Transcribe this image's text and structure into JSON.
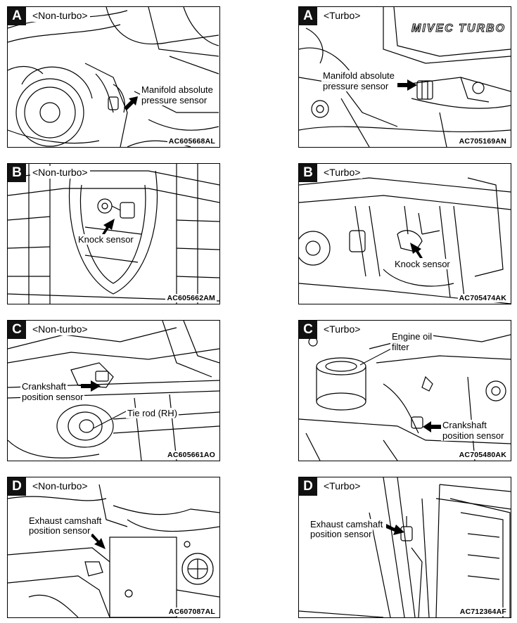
{
  "panels": [
    {
      "id": "p0",
      "letter": "A",
      "variant": "<Non-turbo>",
      "labels": [
        "Manifold absolute",
        "pressure sensor"
      ],
      "code": "AC605668AL"
    },
    {
      "id": "p1",
      "letter": "A",
      "variant": "<Turbo>",
      "labels": [
        "Manifold absolute",
        "pressure sensor"
      ],
      "code": "AC705169AN",
      "logo": "MIVEC TURBO"
    },
    {
      "id": "p2",
      "letter": "B",
      "variant": "<Non-turbo>",
      "labels": [
        "Knock sensor"
      ],
      "code": "AC605662AM"
    },
    {
      "id": "p3",
      "letter": "B",
      "variant": "<Turbo>",
      "labels": [
        "Knock sensor"
      ],
      "code": "AC705474AK"
    },
    {
      "id": "p4",
      "letter": "C",
      "variant": "<Non-turbo>",
      "labels": [
        "Crankshaft",
        "position sensor",
        "Tie rod (RH)"
      ],
      "code": "AC605661AO"
    },
    {
      "id": "p5",
      "letter": "C",
      "variant": "<Turbo>",
      "labels": [
        "Engine oil",
        "filter",
        "Crankshaft",
        "position sensor"
      ],
      "code": "AC705480AK"
    },
    {
      "id": "p6",
      "letter": "D",
      "variant": "<Non-turbo>",
      "labels": [
        "Exhaust camshaft",
        "position sensor"
      ],
      "code": "AC607087AL"
    },
    {
      "id": "p7",
      "letter": "D",
      "variant": "<Turbo>",
      "labels": [
        "Exhaust camshaft",
        "position sensor"
      ],
      "code": "AC712364AF"
    }
  ]
}
